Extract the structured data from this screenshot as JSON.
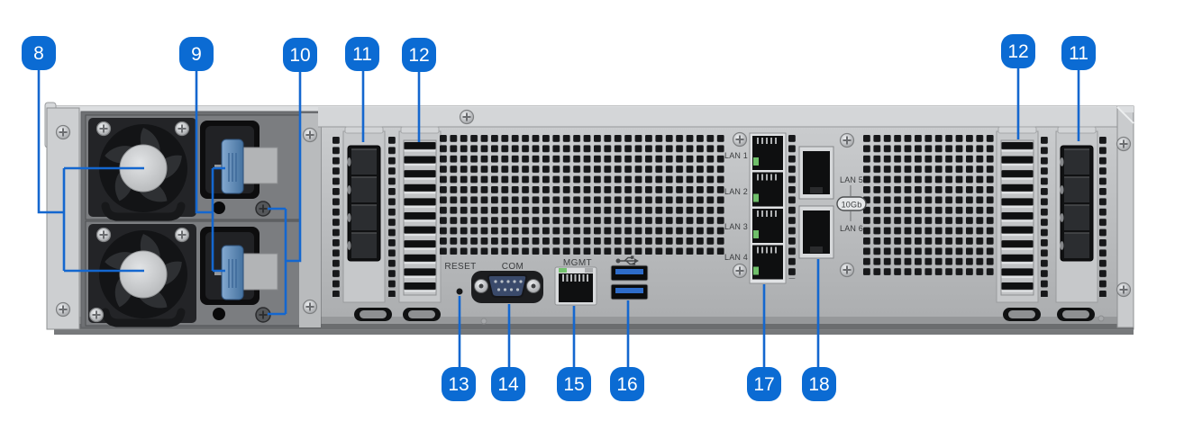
{
  "callouts": [
    {
      "target": "psu-fans",
      "number": "8"
    },
    {
      "target": "power-inlets",
      "number": "9"
    },
    {
      "target": "psu-release-screws",
      "number": "10"
    },
    {
      "target": "expansion-slot-left",
      "number": "11"
    },
    {
      "target": "vent-slot-left",
      "number": "12"
    },
    {
      "target": "vent-slot-right",
      "number": "12"
    },
    {
      "target": "expansion-slot-right",
      "number": "11"
    },
    {
      "target": "reset-button",
      "number": "13"
    },
    {
      "target": "com-port",
      "number": "14"
    },
    {
      "target": "mgmt-port",
      "number": "15"
    },
    {
      "target": "usb-ports",
      "number": "16"
    },
    {
      "target": "lan-ports-1-4",
      "number": "17"
    },
    {
      "target": "lan-ports-10g",
      "number": "18"
    }
  ],
  "labels": {
    "reset": "RESET",
    "com": "COM",
    "mgmt": "MGMT",
    "lan1": "LAN 1",
    "lan2": "LAN 2",
    "lan3": "LAN 3",
    "lan4": "LAN 4",
    "lan5": "LAN 5",
    "lan6": "LAN 6",
    "speed": "10Gb"
  },
  "icons": {
    "usb_icon": "usb-trident"
  },
  "colors": {
    "callout_badge": "#0b6bd3",
    "leader_line": "#1467cf",
    "chassis_gray": "#bfc1c3",
    "led_green": "#6fbf6a",
    "usb_port_blue": "#2e6cc9",
    "psu_clip_blue": "#5d89ba"
  }
}
